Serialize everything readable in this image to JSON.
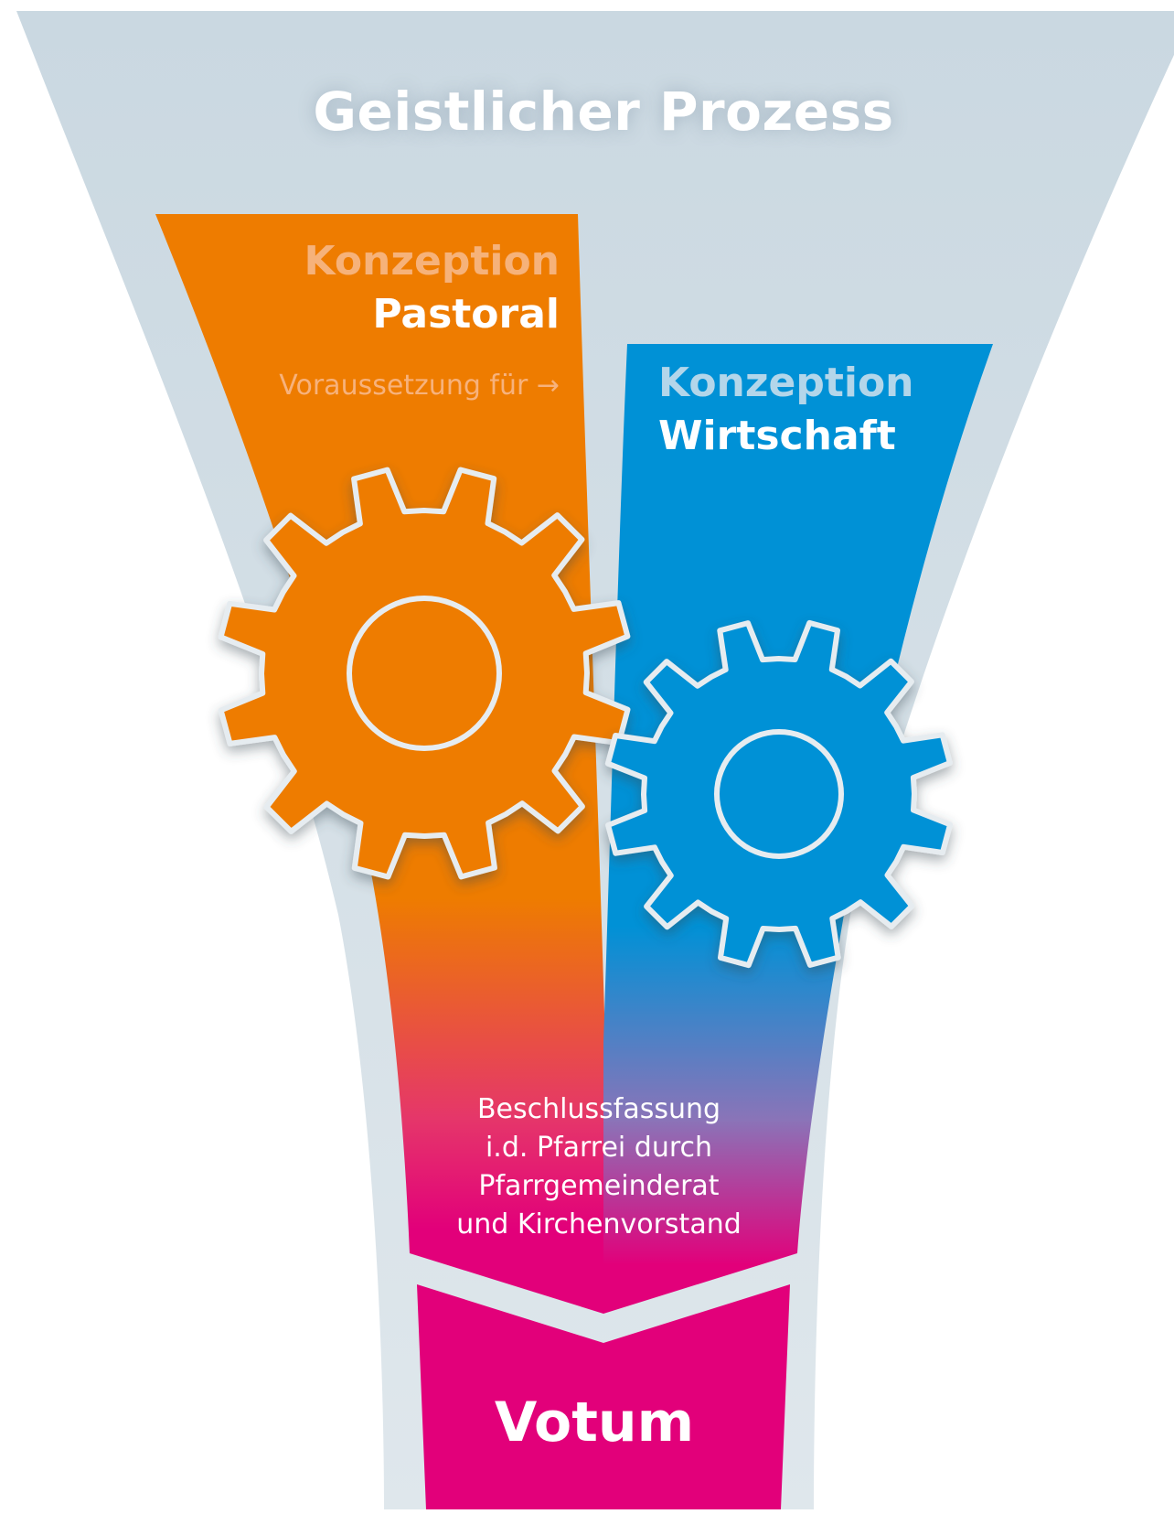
{
  "title": "Geistlicher Prozess",
  "pastoral": {
    "line1": "Konzeption",
    "line2": "Pastoral",
    "note": "Voraussetzung für →"
  },
  "wirtschaft": {
    "line1": "Konzeption",
    "line2": "Wirtschaft"
  },
  "beschluss": {
    "lines": [
      "Beschlussfassung",
      "i.d. Pfarrei durch",
      "Pfarrgemeinderat",
      "und Kirchenvorstand"
    ]
  },
  "votum": "Votum",
  "colors": {
    "funnel": "#dbe4ea",
    "orange": "#ee7c00",
    "blue": "#0091d6",
    "magenta": "#e2007a",
    "gear_outline": "#e6ecf0"
  },
  "icons": [
    "orange-gear-icon",
    "blue-gear-icon"
  ]
}
